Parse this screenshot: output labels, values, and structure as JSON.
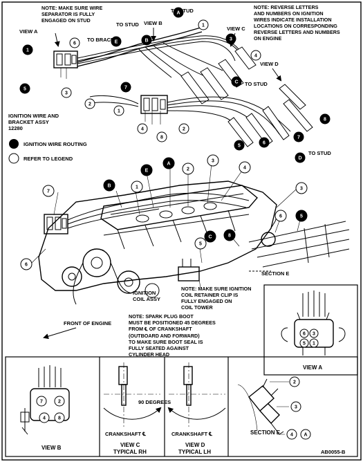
{
  "notes": {
    "separator": [
      "NOTE: MAKE SURE WIRE",
      "SEPARATOR IS FULLY",
      "ENGAGED ON STUD"
    ],
    "reverse": [
      "NOTE: REVERSE LETTERS",
      "AND NUMBERS ON IGNITION",
      "WIRES INDICATE INSTALLATION",
      "LOCATIONS ON CORRESPONDING",
      "REVERSE LETTERS AND NUMBERS",
      "ON ENGINE"
    ],
    "retainer": [
      "NOTE: MAKE SURE IGNITION",
      "COIL RETAINER CLIP IS",
      "FULLY ENGAGED ON",
      "COIL TOWER"
    ],
    "boot": [
      "NOTE: SPARK PLUG BOOT",
      "MUST BE POSITIONED 45 DEGREES",
      "FROM ℄ OF CRANKSHAFT",
      "(OUTBOARD AND FORWARD)",
      "TO MAKE SURE BOOT SEAL IS",
      "FULLY SEATED AGAINST",
      "CYLINDER HEAD"
    ]
  },
  "labels": {
    "view_a": "VIEW A",
    "view_b": "VIEW B",
    "view_c": "VIEW C",
    "view_d": "VIEW D",
    "to_stud_1": "TO STUD",
    "to_stud_2": "TO STUD",
    "to_stud_3": "TO STUD",
    "to_stud_4": "TO STUD",
    "to_brace": "TO BRACE",
    "wire_assy": [
      "IGNITION WIRE AND",
      "BRACKET ASSY",
      "12280"
    ],
    "legend_routing": "IGNITION WIRE ROUTING",
    "legend_refer": "REFER TO LEGEND",
    "section_e": "SECTION E",
    "coil_assy": [
      "IGNITION",
      "COIL ASSY"
    ],
    "front_of_engine": "FRONT OF ENGINE",
    "ninety_degrees": "90 DEGREES",
    "crankshaft_c": "CRANKSHAFT ℄",
    "crankshaft_d": "CRANKSHAFT ℄",
    "view_c_caption": [
      "VIEW C",
      "TYPICAL RH"
    ],
    "view_d_caption": [
      "VIEW D",
      "TYPICAL LH"
    ],
    "view_a_caption": "VIEW A",
    "view_b_caption": "VIEW B",
    "section_e_caption": "SECTION E",
    "figure_id": "AB0055-B"
  },
  "callouts": {
    "top": [
      {
        "t": "A",
        "s": "b"
      },
      {
        "t": "1",
        "s": "w"
      },
      {
        "t": "1",
        "s": "b"
      },
      {
        "t": "6",
        "s": "w"
      },
      {
        "t": "E",
        "s": "b"
      },
      {
        "t": "B",
        "s": "b"
      },
      {
        "t": "3",
        "s": "b"
      },
      {
        "t": "4",
        "s": "w"
      },
      {
        "t": "5",
        "s": "b"
      },
      {
        "t": "3",
        "s": "w"
      },
      {
        "t": "2",
        "s": "w"
      },
      {
        "t": "7",
        "s": "b"
      },
      {
        "t": "C",
        "s": "b"
      },
      {
        "t": "1",
        "s": "w"
      },
      {
        "t": "4",
        "s": "w"
      },
      {
        "t": "8",
        "s": "w"
      },
      {
        "t": "2",
        "s": "w"
      },
      {
        "t": "5",
        "s": "b"
      },
      {
        "t": "6",
        "s": "b"
      },
      {
        "t": "7",
        "s": "b"
      },
      {
        "t": "8",
        "s": "b"
      },
      {
        "t": "D",
        "s": "b"
      }
    ],
    "middle": [
      {
        "t": "E",
        "s": "b"
      },
      {
        "t": "A",
        "s": "b"
      },
      {
        "t": "2",
        "s": "w"
      },
      {
        "t": "3",
        "s": "w"
      },
      {
        "t": "4",
        "s": "w"
      },
      {
        "t": "B",
        "s": "b"
      },
      {
        "t": "1",
        "s": "w"
      },
      {
        "t": "3",
        "s": "w"
      },
      {
        "t": "7",
        "s": "w"
      },
      {
        "t": "6",
        "s": "w"
      },
      {
        "t": "C",
        "s": "b"
      },
      {
        "t": "8",
        "s": "b"
      },
      {
        "t": "6",
        "s": "w"
      },
      {
        "t": "5",
        "s": "b"
      },
      {
        "t": "5",
        "s": "w"
      }
    ],
    "view_a": [
      "6",
      "3",
      "5",
      "1"
    ],
    "view_b": [
      "7",
      "2",
      "4",
      "8"
    ],
    "section_e": [
      "2",
      "3",
      "4",
      "A"
    ]
  },
  "legend": {
    "routing_icon": "filled-circle",
    "refer_icon": "hollow-circle"
  }
}
